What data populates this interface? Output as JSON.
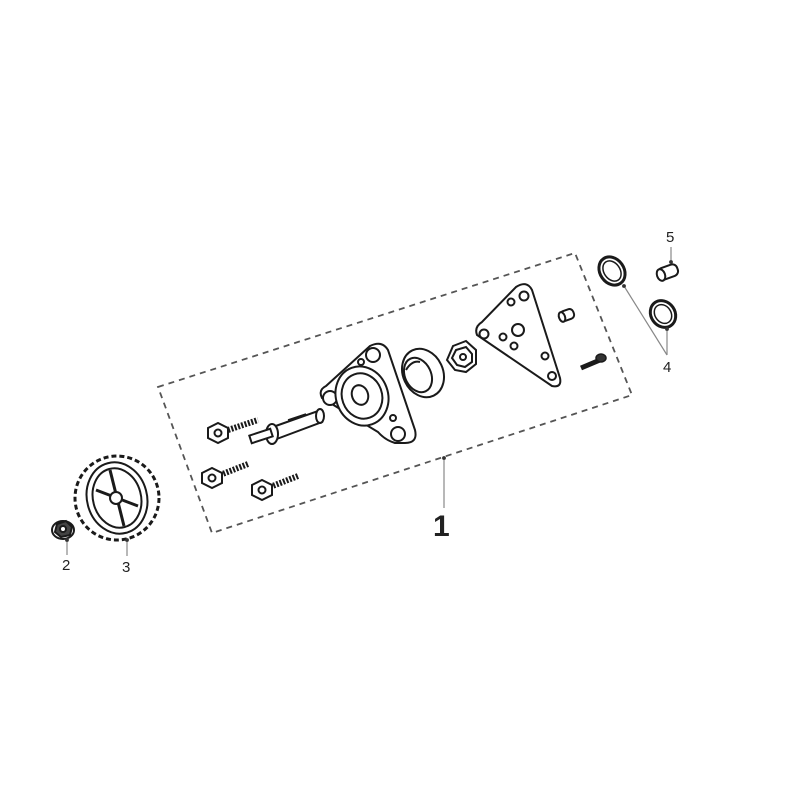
{
  "diagram": {
    "type": "exploded-parts-diagram",
    "subject": "oil pump assembly",
    "assembly_box": {
      "style": "dashed",
      "color": "#555555"
    },
    "line_color": "#1a1a1a",
    "callouts": [
      {
        "id": "1",
        "label": "1",
        "part": "oil-pump-assembly"
      },
      {
        "id": "2",
        "label": "2",
        "part": "flange-nut"
      },
      {
        "id": "3",
        "label": "3",
        "part": "sprocket"
      },
      {
        "id": "4",
        "label": "4",
        "part": "o-rings"
      },
      {
        "id": "5",
        "label": "5",
        "part": "dowel-pin"
      }
    ]
  }
}
